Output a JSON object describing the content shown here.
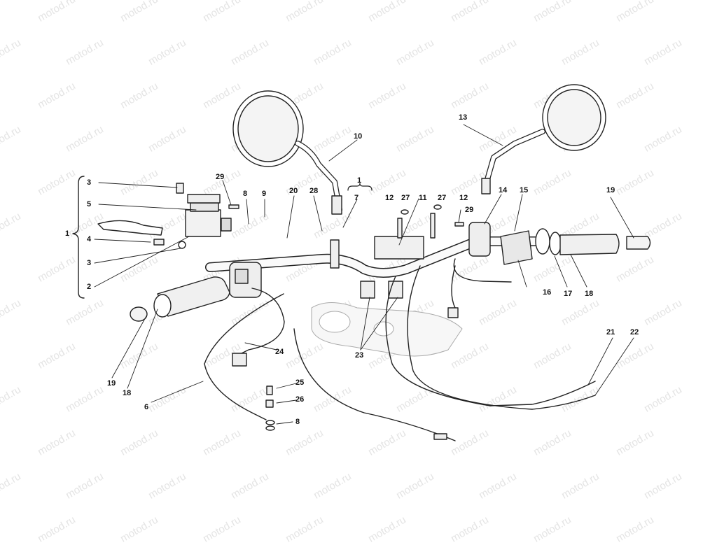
{
  "watermark": "motod.ru",
  "callouts": {
    "c1_bracket": "1",
    "c1_top": "1",
    "c2": "2",
    "c3_top": "3",
    "c3_bottom": "3",
    "c4": "4",
    "c5": "5",
    "c6": "6",
    "c7": "7",
    "c8_top": "8",
    "c8_bottom": "8",
    "c9": "9",
    "c10": "10",
    "c11": "11",
    "c12_left": "12",
    "c12_right": "12",
    "c13": "13",
    "c14": "14",
    "c15": "15",
    "c16": "16",
    "c17": "17",
    "c18_left": "18",
    "c18_right": "18",
    "c19_left": "19",
    "c19_right": "19",
    "c20": "20",
    "c21": "21",
    "c22": "22",
    "c23": "23",
    "c24": "24",
    "c25": "25",
    "c26": "26",
    "c27_left": "27",
    "c27_right": "27",
    "c28": "28",
    "c29_left": "29",
    "c29_right": "29"
  },
  "colors": {
    "line": "#222222",
    "fill_light": "#f2f2f2",
    "fill_mid": "#dcdcdc",
    "watermark": "#e4e4e4"
  }
}
